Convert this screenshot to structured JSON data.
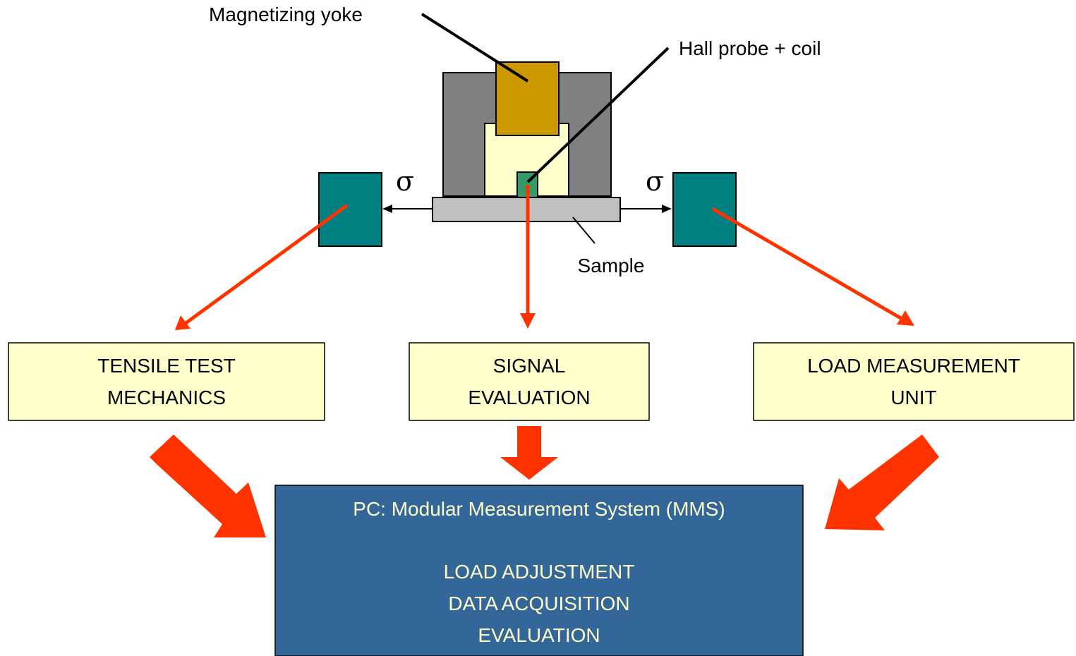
{
  "labels": {
    "yoke": "Magnetizing yoke",
    "hall": "Hall probe + coil",
    "sample": "Sample",
    "sigma_left": "σ",
    "sigma_right": "σ"
  },
  "boxes": {
    "tensile": {
      "line1": "TENSILE TEST",
      "line2": "MECHANICS"
    },
    "signal": {
      "line1": "SIGNAL",
      "line2": "EVALUATION"
    },
    "load": {
      "line1": "LOAD MEASUREMENT",
      "line2": "UNIT"
    }
  },
  "pc": {
    "title": "PC: Modular Measurement System (MMS)",
    "lines": [
      "LOAD ADJUSTMENT",
      "DATA ACQUISITION",
      "EVALUATION"
    ]
  },
  "colors": {
    "arrow_red": "#ff3300",
    "box_fill": "#ffffcc",
    "pc_fill": "#336699",
    "pc_text": "#ffffcc",
    "grip_teal": "#008080",
    "yoke_gray": "#808080",
    "yoke_gold": "#cc9900",
    "probe_green": "#339966",
    "sample_gray": "#c0c0c0"
  }
}
